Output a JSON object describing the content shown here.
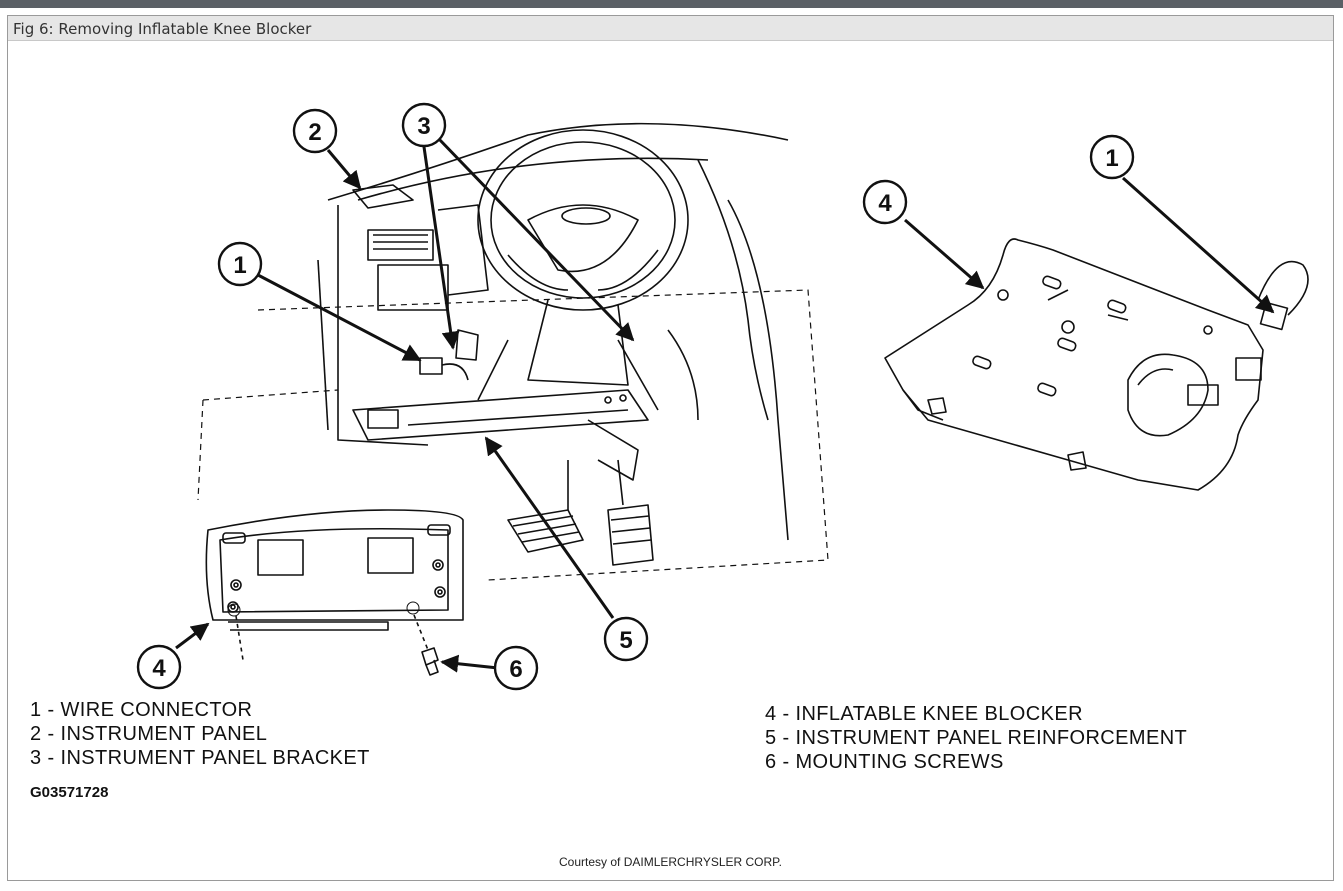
{
  "window": {
    "title": "Fig 6: Removing Inflatable Knee Blocker"
  },
  "diagram": {
    "callouts": [
      "1",
      "2",
      "3",
      "4",
      "5",
      "6"
    ]
  },
  "legend": {
    "left": [
      "1 - WIRE CONNECTOR",
      "2 - INSTRUMENT PANEL",
      "3 - INSTRUMENT PANEL BRACKET"
    ],
    "right": [
      "4 - INFLATABLE KNEE BLOCKER",
      "5 - INSTRUMENT PANEL REINFORCEMENT",
      "6 - MOUNTING SCREWS"
    ]
  },
  "figure_id": "G03571728",
  "credit": "Courtesy of DAIMLERCHRYSLER CORP."
}
